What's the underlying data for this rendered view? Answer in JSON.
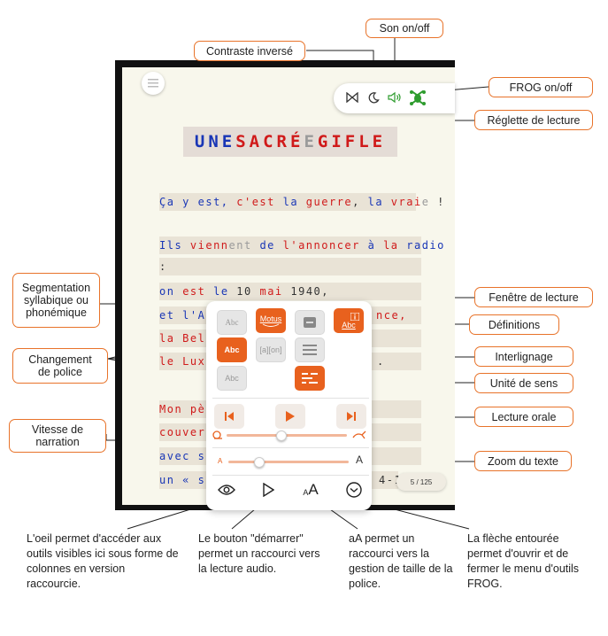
{
  "callouts": {
    "contraste": "Contraste inversé",
    "son": "Son on/off",
    "frog": "FROG on/off",
    "reglette": "Réglette de lecture",
    "segmentation": "Segmentation syllabique ou phonémique",
    "fenetre": "Fenêtre de lecture",
    "definitions": "Définitions",
    "changement": "Changement de police",
    "interlignage": "Interlignage",
    "unite": "Unité de sens",
    "vitesse": "Vitesse de narration",
    "lecture_orale": "Lecture orale",
    "zoom": "Zoom du texte"
  },
  "captions": {
    "oeil": "L'oeil permet d'accéder aux outils visibles ici sous forme de colonnes en version raccourcie.",
    "bouton": "Le bouton \"démarrer\" permet un raccourci vers la lecture audio.",
    "aa": "aA permet un raccourci vers la gestion de taille de la police.",
    "fleche": "La flèche entourée permet d'ouvrir et de fermer le menu d'outils FROG."
  },
  "book": {
    "title_parts": [
      "UNE ",
      "SACRÉ",
      "E",
      " GIFLE"
    ],
    "lines": {
      "l1": [
        "Ça y est, ",
        "c'est ",
        "la ",
        "guerre",
        ", ",
        "la ",
        "vrai",
        "e",
        " !"
      ],
      "l2a": [
        "Ils ",
        "vienn",
        "ent",
        " de ",
        "l'annoncer ",
        "à ",
        "la ",
        "radio"
      ],
      "l2b": ":",
      "l3": [
        "on ",
        "est ",
        "le ",
        "10 ",
        "mai ",
        "1940",
        ","
      ],
      "l4": [
        "et l'All",
        "nce,"
      ],
      "l5": "la Belg",
      "l6": [
        "le Lux",
        "."
      ],
      "l7": "Mon pè",
      "l8": "couver",
      "l9": "avec s",
      "l10": [
        "un « s",
        "4-1"
      ]
    },
    "page_counter": "5 / 125"
  },
  "panel": {
    "tiles": {
      "abc_serif": "Abc",
      "motus": "Motus",
      "definitions_label": "Abc",
      "abc_sans": "Abc",
      "phonetic": "[a][on]",
      "abc_grey": "Abc"
    },
    "zoom_small": "A",
    "zoom_large": "A",
    "aa_small": "A",
    "aa_large": "A"
  },
  "colors": {
    "accent": "#e8611e",
    "callout_border": "#e8732a",
    "blue_text": "#1936b6",
    "red_text": "#d01a1a",
    "frog_green": "#2e9c2e"
  },
  "icons": {
    "menu": "hamburger-icon",
    "contrast": "moon-icon",
    "sound": "speaker-icon",
    "frog": "frog-icon",
    "ruler": "bowtie-icon",
    "eye": "eye-icon",
    "play": "play-icon",
    "chevron": "chevron-down-circle-icon"
  },
  "reading_speed": 0.45,
  "zoom_level": 0.25
}
